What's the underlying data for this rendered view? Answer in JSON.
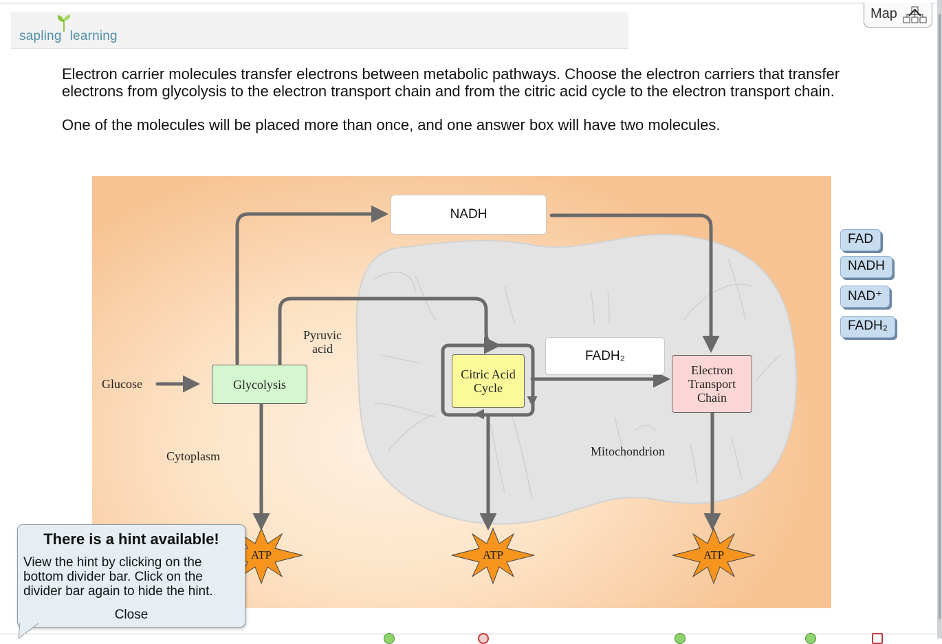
{
  "brand": {
    "left": "sapling",
    "right": "learning"
  },
  "map_button": {
    "label": "Map",
    "icon": "map-tree-icon"
  },
  "question": {
    "line1": "Electron carrier molecules transfer electrons between metabolic pathways. Choose the electron carriers that transfer electrons from glycolysis to the electron transport chain and from the citric acid cycle to the electron transport chain.",
    "line2": "One of the molecules will be placed more than once, and one answer box will have two molecules."
  },
  "diagram": {
    "glucose": "Glucose",
    "glycolysis": "Glycolysis",
    "pyruvic_acid": "Pyruvic acid",
    "citric_acid_cycle": "Citric Acid Cycle",
    "etc": "Electron Transport Chain",
    "cytoplasm": "Cytoplasm",
    "mitochondrion": "Mitochondrion",
    "atp": "ATP",
    "drop_zone_top": "NADH",
    "drop_zone_middle": "FADH₂",
    "colors": {
      "glycolysis": "#d5f7cf",
      "citric": "#fafa9b",
      "etc": "#fbd6d6",
      "atp": "#f7941d",
      "arrow": "#6a6a6a"
    }
  },
  "answer_bank": [
    {
      "label": "FAD"
    },
    {
      "label": "NADH"
    },
    {
      "label": "NAD⁺"
    },
    {
      "label": "FADH₂"
    }
  ],
  "hint": {
    "title": "There is a hint available!",
    "body": "View the hint by clicking on the bottom divider bar. Click on the divider bar again to hide the hint.",
    "close": "Close"
  }
}
